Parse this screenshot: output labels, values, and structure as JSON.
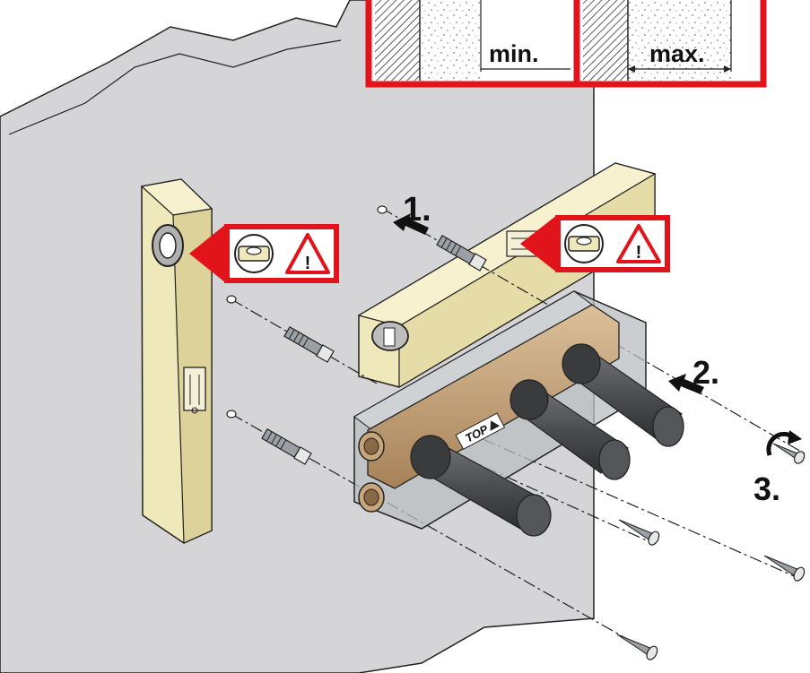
{
  "inset": {
    "min_label": "min.",
    "max_label": "max."
  },
  "steps": {
    "step1": "1.",
    "step2": "2.",
    "step3": "3."
  },
  "level_badge_left": {
    "level_icon": "spirit-level-bubble-icon",
    "warning_icon": "warning-triangle-icon",
    "warning_symbol": "!"
  },
  "level_badge_right": {
    "level_icon": "spirit-level-bubble-icon",
    "warning_icon": "warning-triangle-icon",
    "warning_symbol": "!"
  },
  "body_marking": "TOP",
  "colors": {
    "wall": "#d5d5d7",
    "warning_red": "#e1141b",
    "level_wood": "#efe8bb",
    "brass": "#c9a57a",
    "cap_grey": "#56575a",
    "housing_grey": "#b9bdc0"
  }
}
